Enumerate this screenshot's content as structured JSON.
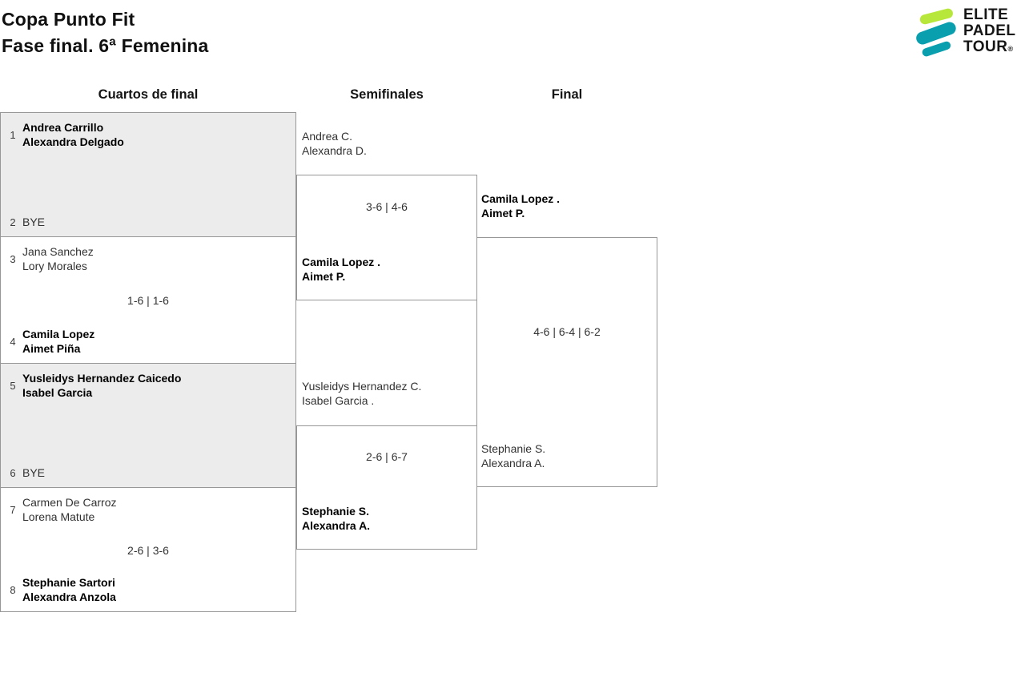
{
  "header": {
    "title_line1": "Copa Punto Fit",
    "title_line2": "Fase final. 6ª Femenina"
  },
  "logo": {
    "line1": "ELITE",
    "line2": "PADEL",
    "line3": "TOUR",
    "registered": "®",
    "color_lime": "#b8e73b",
    "color_teal": "#0a9fae"
  },
  "columns": {
    "quarterfinals": "Cuartos de final",
    "semifinals": "Semifinales",
    "final": "Final"
  },
  "quarterfinals": [
    {
      "bye": true,
      "score": "",
      "team1": {
        "seed": "1",
        "line1": "Andrea Carrillo",
        "line2": "Alexandra Delgado",
        "bold": true
      },
      "team2": {
        "seed": "2",
        "line1": "BYE",
        "line2": "",
        "bold": false
      }
    },
    {
      "bye": false,
      "score": "1-6 | 1-6",
      "team1": {
        "seed": "3",
        "line1": "Jana Sanchez",
        "line2": "Lory Morales",
        "bold": false
      },
      "team2": {
        "seed": "4",
        "line1": "Camila Lopez",
        "line2": "Aimet Piña",
        "bold": true
      }
    },
    {
      "bye": true,
      "score": "",
      "team1": {
        "seed": "5",
        "line1": "Yusleidys Hernandez Caicedo",
        "line2": "Isabel Garcia",
        "bold": true
      },
      "team2": {
        "seed": "6",
        "line1": "BYE",
        "line2": "",
        "bold": false
      }
    },
    {
      "bye": false,
      "score": "2-6 | 3-6",
      "team1": {
        "seed": "7",
        "line1": "Carmen De Carroz",
        "line2": "Lorena Matute",
        "bold": false
      },
      "team2": {
        "seed": "8",
        "line1": "Stephanie Sartori",
        "line2": "Alexandra Anzola",
        "bold": true
      }
    }
  ],
  "semifinals": [
    {
      "score": "3-6 | 4-6",
      "team1": {
        "line1": "Andrea C.",
        "line2": "Alexandra D.",
        "bold": false
      },
      "team2": {
        "line1": "Camila Lopez .",
        "line2": "Aimet P.",
        "bold": true
      }
    },
    {
      "score": "2-6 | 6-7",
      "team1": {
        "line1": "Yusleidys Hernandez C.",
        "line2": "Isabel Garcia .",
        "bold": false
      },
      "team2": {
        "line1": "Stephanie S.",
        "line2": "Alexandra A.",
        "bold": true
      }
    }
  ],
  "final": {
    "score": "4-6 | 6-4 | 6-2",
    "team1": {
      "line1": "Camila Lopez .",
      "line2": "Aimet P.",
      "bold": true
    },
    "team2": {
      "line1": "Stephanie S.",
      "line2": "Alexandra A.",
      "bold": false
    }
  },
  "colors": {
    "bye_background": "#ececec",
    "border": "#979797"
  }
}
